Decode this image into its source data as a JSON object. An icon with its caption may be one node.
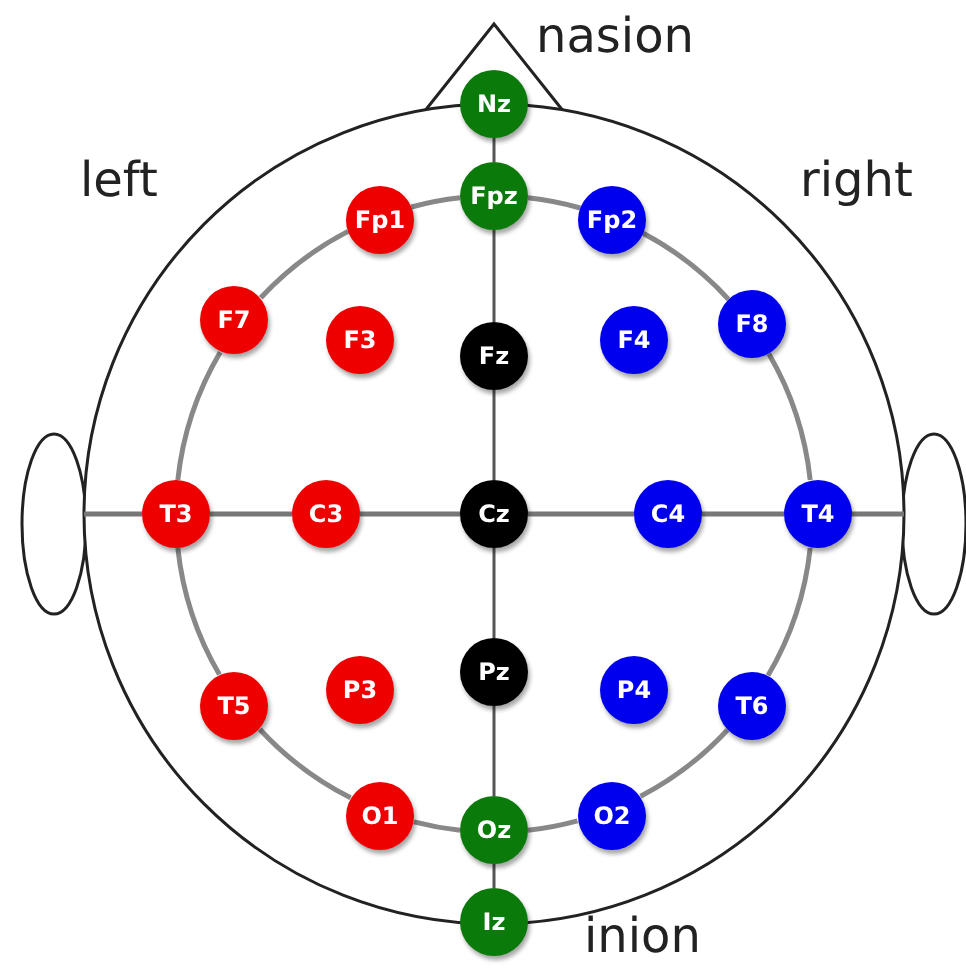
{
  "diagram": {
    "nodes": [
      {
        "text": [
          "Nz"
        ]
      },
      {
        "text": [
          "Fpz"
        ]
      },
      {
        "text": [
          "Fp1"
        ]
      },
      {
        "text": [
          "Fp2"
        ]
      },
      {
        "text": [
          "F7"
        ]
      },
      {
        "text": [
          "F3"
        ]
      },
      {
        "text": [
          "Fz"
        ]
      },
      {
        "text": [
          "F4"
        ]
      },
      {
        "text": [
          "F8"
        ]
      },
      {
        "text": [
          "T3"
        ]
      },
      {
        "text": [
          "C3"
        ]
      },
      {
        "text": [
          "Cz"
        ]
      },
      {
        "text": [
          "C4"
        ]
      },
      {
        "text": [
          "T4"
        ]
      },
      {
        "text": [
          "T5"
        ]
      },
      {
        "text": [
          "P3"
        ]
      },
      {
        "text": [
          "Pz"
        ]
      },
      {
        "text": [
          "P4"
        ]
      },
      {
        "text": [
          "T6"
        ]
      },
      {
        "text": [
          "O1"
        ]
      },
      {
        "text": [
          "Oz"
        ]
      },
      {
        "text": [
          "O2"
        ]
      },
      {
        "text": [
          "Iz"
        ]
      }
    ],
    "edges": [
      {
        "from": 0,
        "to": 1,
        "arrow": "none"
      },
      {
        "from": 1,
        "to": 6,
        "arrow": "none"
      },
      {
        "from": 6,
        "to": 11,
        "arrow": "none"
      },
      {
        "from": 11,
        "to": 16,
        "arrow": "none"
      },
      {
        "from": 16,
        "to": 20,
        "arrow": "none"
      },
      {
        "from": 20,
        "to": 22,
        "arrow": "none"
      },
      {
        "from": 9,
        "to": 10,
        "arrow": "none"
      },
      {
        "from": 10,
        "to": 11,
        "arrow": "none"
      },
      {
        "from": 11,
        "to": 12,
        "arrow": "none"
      },
      {
        "from": 12,
        "to": 13,
        "arrow": "none"
      },
      {
        "from": 1,
        "to": 3,
        "arrow": "none"
      },
      {
        "from": 3,
        "to": 8,
        "arrow": "none"
      },
      {
        "from": 8,
        "to": 13,
        "arrow": "none"
      },
      {
        "from": 13,
        "to": 18,
        "arrow": "none"
      },
      {
        "from": 18,
        "to": 21,
        "arrow": "none"
      },
      {
        "from": 21,
        "to": 20,
        "arrow": "none"
      },
      {
        "from": 20,
        "to": 19,
        "arrow": "none"
      },
      {
        "from": 19,
        "to": 14,
        "arrow": "none"
      },
      {
        "from": 14,
        "to": 9,
        "arrow": "none"
      },
      {
        "from": 9,
        "to": 4,
        "arrow": "none"
      },
      {
        "from": 4,
        "to": 2,
        "arrow": "none"
      },
      {
        "from": 2,
        "to": 1,
        "arrow": "none"
      }
    ],
    "labels": [
      "nasion",
      "left",
      "right",
      "inion"
    ]
  }
}
